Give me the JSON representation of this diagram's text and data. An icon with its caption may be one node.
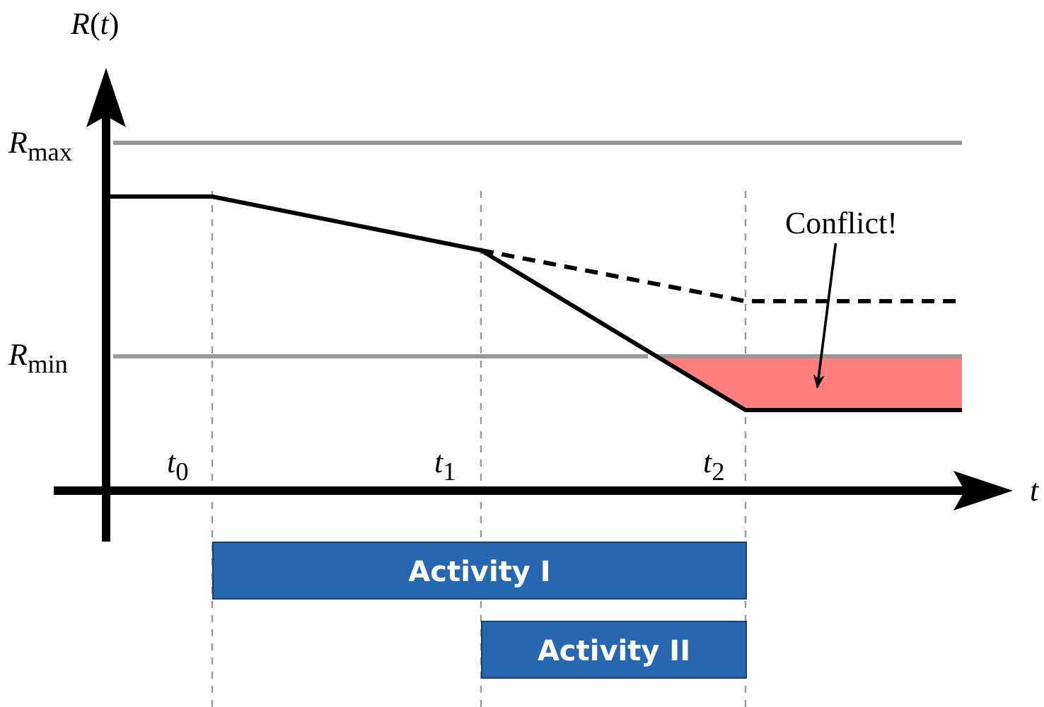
{
  "diagram": {
    "nodes": [
      {
        "text": [
          "Activity I"
        ]
      },
      {
        "text": [
          "Activity II"
        ]
      },
      {
        "text": [
          "Conflict!"
        ]
      },
      {
        "text": [],
        "shape": "box"
      }
    ],
    "edges": [
      {
        "from": 2,
        "to": 3,
        "arrow": "to"
      }
    ],
    "labels": [
      "*R*(*t*)",
      "*R*$_{max}$",
      "*R*$_{min}$",
      "*t*$_{0}$",
      "*t*$_{1}$",
      "*t*$_{2}$",
      "t"
    ]
  }
}
